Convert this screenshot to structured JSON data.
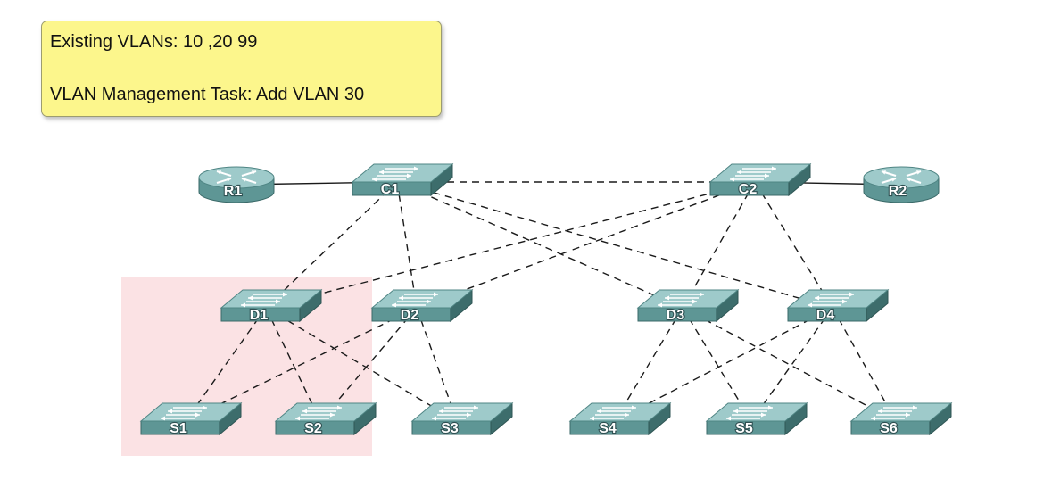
{
  "note": {
    "existing_vlans": "Existing VLANs: 10 ,20 99",
    "task": "VLAN Management Task: Add VLAN 30"
  },
  "colors": {
    "note_background": "#fcf68c",
    "highlight": "#fbe2e4",
    "device_top": "#9ecaca",
    "device_front": "#5e9695",
    "device_side": "#3d6d6c"
  },
  "devices": {
    "R1": {
      "label": "R1",
      "type": "router",
      "icon": "router-icon"
    },
    "R2": {
      "label": "R2",
      "type": "router",
      "icon": "router-icon"
    },
    "C1": {
      "label": "C1",
      "type": "switch",
      "icon": "switch-icon"
    },
    "C2": {
      "label": "C2",
      "type": "switch",
      "icon": "switch-icon"
    },
    "D1": {
      "label": "D1",
      "type": "switch",
      "icon": "switch-icon"
    },
    "D2": {
      "label": "D2",
      "type": "switch",
      "icon": "switch-icon"
    },
    "D3": {
      "label": "D3",
      "type": "switch",
      "icon": "switch-icon"
    },
    "D4": {
      "label": "D4",
      "type": "switch",
      "icon": "switch-icon"
    },
    "S1": {
      "label": "S1",
      "type": "switch",
      "icon": "switch-icon"
    },
    "S2": {
      "label": "S2",
      "type": "switch",
      "icon": "switch-icon"
    },
    "S3": {
      "label": "S3",
      "type": "switch",
      "icon": "switch-icon"
    },
    "S4": {
      "label": "S4",
      "type": "switch",
      "icon": "switch-icon"
    },
    "S5": {
      "label": "S5",
      "type": "switch",
      "icon": "switch-icon"
    },
    "S6": {
      "label": "S6",
      "type": "switch",
      "icon": "switch-icon"
    }
  },
  "links": [
    {
      "from": "R1",
      "to": "C1",
      "style": "solid"
    },
    {
      "from": "C2",
      "to": "R2",
      "style": "solid"
    },
    {
      "from": "C1",
      "to": "C2",
      "style": "dashed"
    },
    {
      "from": "C1",
      "to": "D1",
      "style": "dashed"
    },
    {
      "from": "C1",
      "to": "D2",
      "style": "dashed"
    },
    {
      "from": "C1",
      "to": "D3",
      "style": "dashed"
    },
    {
      "from": "C1",
      "to": "D4",
      "style": "dashed"
    },
    {
      "from": "C2",
      "to": "D1",
      "style": "dashed"
    },
    {
      "from": "C2",
      "to": "D2",
      "style": "dashed"
    },
    {
      "from": "C2",
      "to": "D3",
      "style": "dashed"
    },
    {
      "from": "C2",
      "to": "D4",
      "style": "dashed"
    },
    {
      "from": "D1",
      "to": "S1",
      "style": "dashed"
    },
    {
      "from": "D1",
      "to": "S2",
      "style": "dashed"
    },
    {
      "from": "D1",
      "to": "S3",
      "style": "dashed"
    },
    {
      "from": "D2",
      "to": "S1",
      "style": "dashed"
    },
    {
      "from": "D2",
      "to": "S2",
      "style": "dashed"
    },
    {
      "from": "D2",
      "to": "S3",
      "style": "dashed"
    },
    {
      "from": "D3",
      "to": "S4",
      "style": "dashed"
    },
    {
      "from": "D3",
      "to": "S5",
      "style": "dashed"
    },
    {
      "from": "D3",
      "to": "S6",
      "style": "dashed"
    },
    {
      "from": "D4",
      "to": "S4",
      "style": "dashed"
    },
    {
      "from": "D4",
      "to": "S5",
      "style": "dashed"
    },
    {
      "from": "D4",
      "to": "S6",
      "style": "dashed"
    }
  ]
}
